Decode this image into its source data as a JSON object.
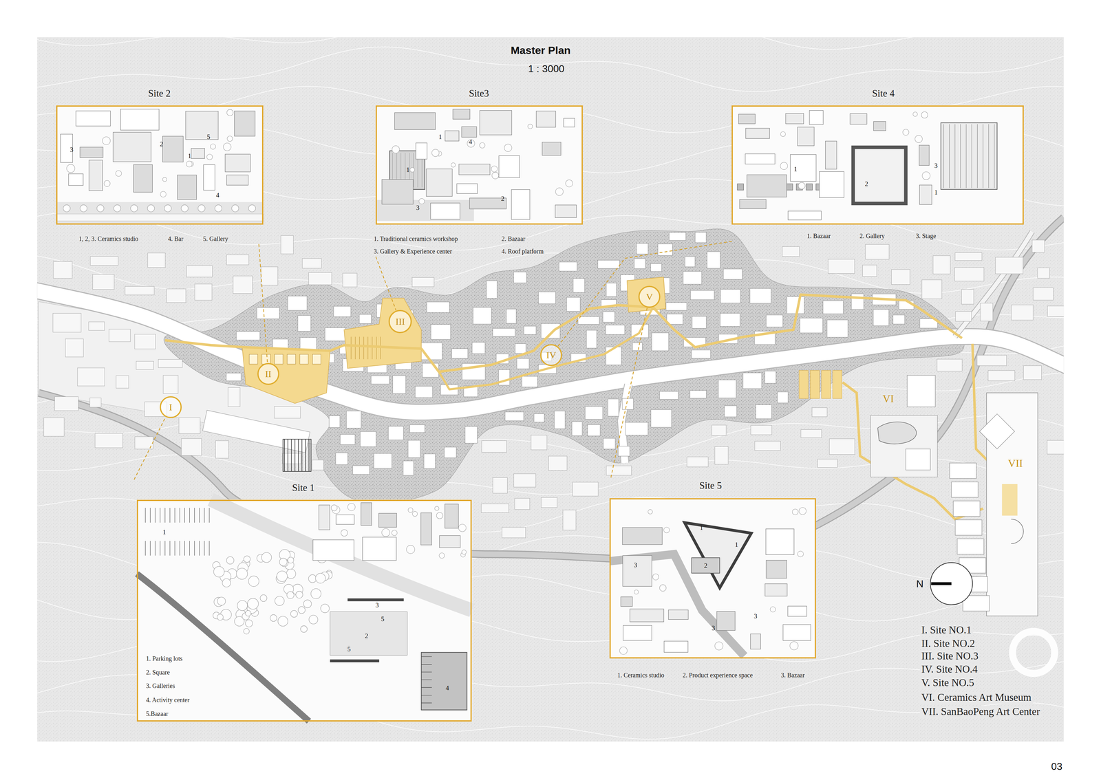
{
  "diagram": {
    "title": "Master Plan",
    "nodes": [
      {
        "text": [
          "Site 2",
          "1, 2, 3. Ceramics studio",
          "4. Bar",
          "5. Gallery"
        ]
      },
      {
        "text": [
          "Site3",
          "1. Traditional ceramics workshop",
          "2. Bazaar",
          "3. Gallery & Experience center",
          "4. Roof platform"
        ]
      },
      {
        "text": [
          "Site 4",
          "1. Bazaar",
          "2. Gallery",
          "3. Stage"
        ]
      },
      {
        "text": [
          "V"
        ]
      },
      {
        "text": [
          "III"
        ]
      },
      {
        "text": [
          "IV"
        ]
      },
      {
        "text": [
          "II"
        ]
      },
      {
        "text": [
          "I"
        ]
      },
      {
        "text": [
          "Site 1",
          "1. Parking lots",
          "2. Square",
          "3. Galleries",
          "4. Activity center",
          "5.Bazaar"
        ]
      },
      {
        "text": [
          "Site 5",
          "1. Ceramics studio",
          "2. Product experience space",
          "3. Bazaar"
        ]
      }
    ],
    "edges": [
      {
        "from": 0,
        "to": 6,
        "arrow": "none"
      },
      {
        "from": 1,
        "to": 4,
        "arrow": "none"
      },
      {
        "from": 2,
        "to": 5,
        "arrow": "none"
      },
      {
        "from": 9,
        "to": 3,
        "arrow": "none"
      },
      {
        "from": 8,
        "to": 7,
        "arrow": "none"
      }
    ],
    "labels": [
      "1 : 3000",
      "3",
      "2",
      "1",
      "5",
      "4",
      "1",
      "4",
      "1",
      "2",
      "3",
      "1",
      "2",
      "3",
      "1",
      "1",
      "3",
      "5",
      "2",
      "5",
      "4",
      "1",
      "1",
      "2",
      "3",
      "3",
      "3",
      "VI",
      "VII",
      "N",
      "I. Site NO.1",
      "II. Site NO.2",
      "III. Site NO.3",
      "IV. Site NO.4",
      "V. Site NO.5",
      "VI. Ceramics Art Museum",
      "VII. SanBaoPeng Art Center",
      "03"
    ]
  }
}
